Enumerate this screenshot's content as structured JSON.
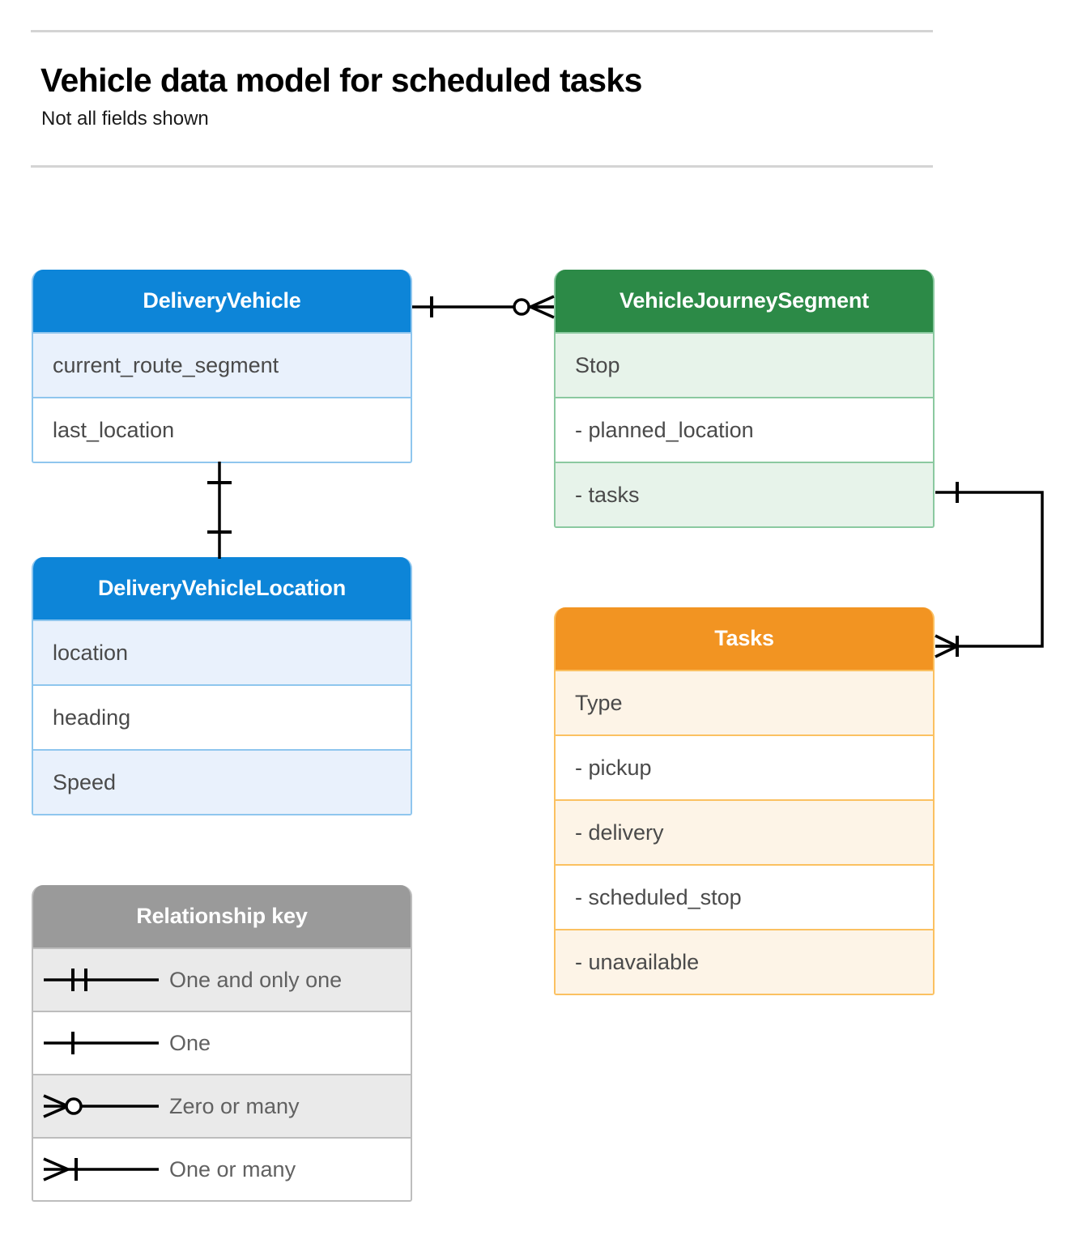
{
  "header": {
    "title": "Vehicle data model for scheduled tasks",
    "subtitle": "Not all fields shown"
  },
  "colors": {
    "blue_header": "#0d85d8",
    "blue_row": "#e9f1fc",
    "blue_border": "#8fc6ee",
    "green_header": "#2c8a47",
    "green_row": "#e7f3ea",
    "green_border": "#8bc9a0",
    "orange_header": "#f29422",
    "orange_row": "#fdf4e7",
    "orange_border": "#fbc161",
    "gray_header": "#9a9a9a",
    "gray_row": "#eaeaea",
    "gray_border": "#bdbdbd",
    "connector": "#000000",
    "rule": "#d4d4d4",
    "field_text": "#4a4a4a"
  },
  "entities": {
    "delivery_vehicle": {
      "name": "DeliveryVehicle",
      "fields": [
        "current_route_segment",
        "last_location"
      ]
    },
    "delivery_vehicle_location": {
      "name": "DeliveryVehicleLocation",
      "fields": [
        "location",
        "heading",
        "Speed"
      ]
    },
    "vehicle_journey_segment": {
      "name": "VehicleJourneySegment",
      "fields": [
        "Stop",
        "-  planned_location",
        "- tasks"
      ]
    },
    "tasks": {
      "name": "Tasks",
      "fields": [
        "Type",
        "-  pickup",
        "-  delivery",
        "-  scheduled_stop",
        "-  unavailable"
      ]
    }
  },
  "legend": {
    "title": "Relationship key",
    "rows": [
      {
        "symbol": "one-and-only-one",
        "label": "One and only one"
      },
      {
        "symbol": "one",
        "label": "One"
      },
      {
        "symbol": "zero-or-many",
        "label": "Zero or many"
      },
      {
        "symbol": "one-or-many",
        "label": "One or many"
      }
    ]
  },
  "relationships": [
    {
      "id": "vehicle-to-journey-segment",
      "from": "DeliveryVehicle",
      "to": "VehicleJourneySegment",
      "from_cardinality": "one",
      "to_cardinality": "zero-or-many"
    },
    {
      "id": "vehicle-to-location",
      "from": "DeliveryVehicle",
      "to": "DeliveryVehicleLocation",
      "from_cardinality": "one",
      "to_cardinality": "one"
    },
    {
      "id": "journey-segment-tasks-to-tasks",
      "from": "VehicleJourneySegment.tasks",
      "to": "Tasks",
      "from_cardinality": "one",
      "to_cardinality": "one-or-many"
    }
  ]
}
